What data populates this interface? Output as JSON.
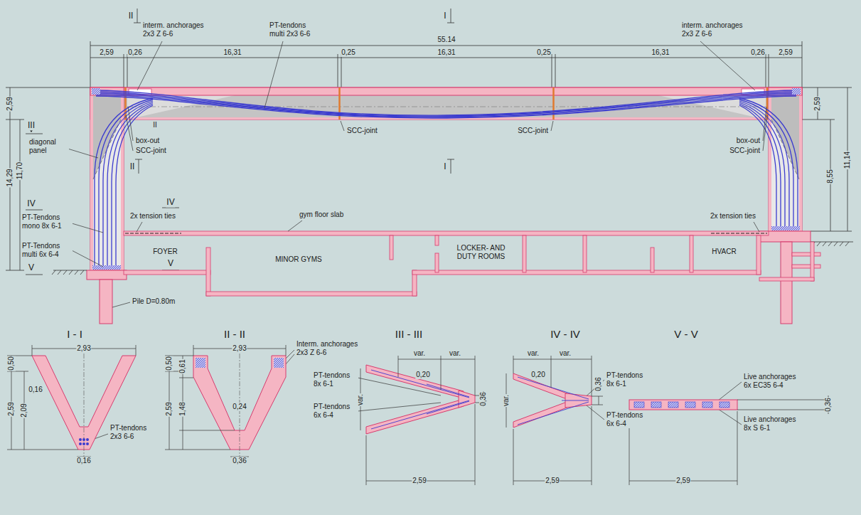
{
  "diagram": {
    "nodes": [
      {
        "text": [
          "FOYER"
        ]
      },
      {
        "text": [
          "MINOR GYMS"
        ]
      },
      {
        "text": [
          "LOCKER- AND DUTY ROOMS"
        ]
      },
      {
        "text": [
          "HVACR"
        ]
      }
    ],
    "labels": [
      "55.14",
      "2,59",
      "0,26",
      "16,31",
      "0,25",
      "16,31",
      "0,25",
      "16,31",
      "0,26",
      "2,59",
      "II",
      "I",
      "interm. anchorages 2x3 Z 6-6",
      "PT-tendons multi 2x3 6-6",
      "interm. anchorages 2x3 Z 6-6",
      "2,59",
      "2,59",
      "III",
      "II",
      "diagonal panel",
      "box-out",
      "SCC-joint",
      "SCC-joint",
      "SCC-joint",
      "box-out",
      "SCC-joint",
      "11,14",
      "8,55",
      "II",
      "I",
      "14,29",
      "11,70",
      "IV",
      "IV",
      "PT-Tendons mono 8x 6-1",
      "2x tension ties",
      "gym floor slab",
      "2x tension ties",
      "PT-Tendons multi 6x 6-4",
      "V",
      "V",
      "Pile D=0.80m",
      "I - I",
      "II - II",
      "III - III",
      "IV - IV",
      "V - V",
      "0,50",
      "2,93",
      "0,16",
      "2,59",
      "2,09",
      "PT-tendons 2x3 6-6",
      "0,16",
      "0,50",
      "0,61",
      "2,93",
      "Interm. anchorages 2x3 Z 6-6",
      "2,59",
      "0,24",
      "1,48",
      "0,36",
      "var.",
      "var.",
      "0,20",
      "0,36",
      "PT-tendons 8x 6-1",
      "PT-tendons 6x 6-4",
      "var.",
      "2,59",
      "var.",
      "var.",
      "0,20",
      "0,36",
      "var.",
      "PT-tendons 8x 6-1",
      "PT-tendons 6x 6-4",
      "2,59",
      "0,36",
      "Live anchorages 6x EC35 6-4",
      "Live anchorages 8x S 6-1",
      "2,59"
    ]
  }
}
